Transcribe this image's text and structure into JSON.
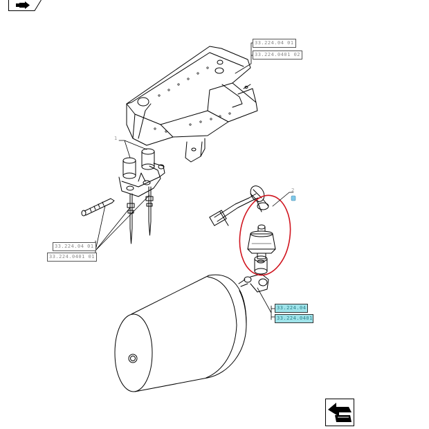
{
  "refs": {
    "frame_a": "33.224.04 01",
    "frame_b": "33.224.0401 02",
    "valve_a": "33.224.04 01",
    "valve_b": "33.224.0401 01",
    "tank_a": "33.224.04",
    "tank_b": "33.224.0401"
  },
  "callouts": {
    "item1": "1",
    "item2": "2"
  },
  "colors": {
    "highlight": "#9fe3ea",
    "circle": "#d0141e",
    "line": "#000000"
  },
  "icons": {
    "top_nav": "back-arrow-icon",
    "bottom_nav": "return-arrow-icon"
  }
}
